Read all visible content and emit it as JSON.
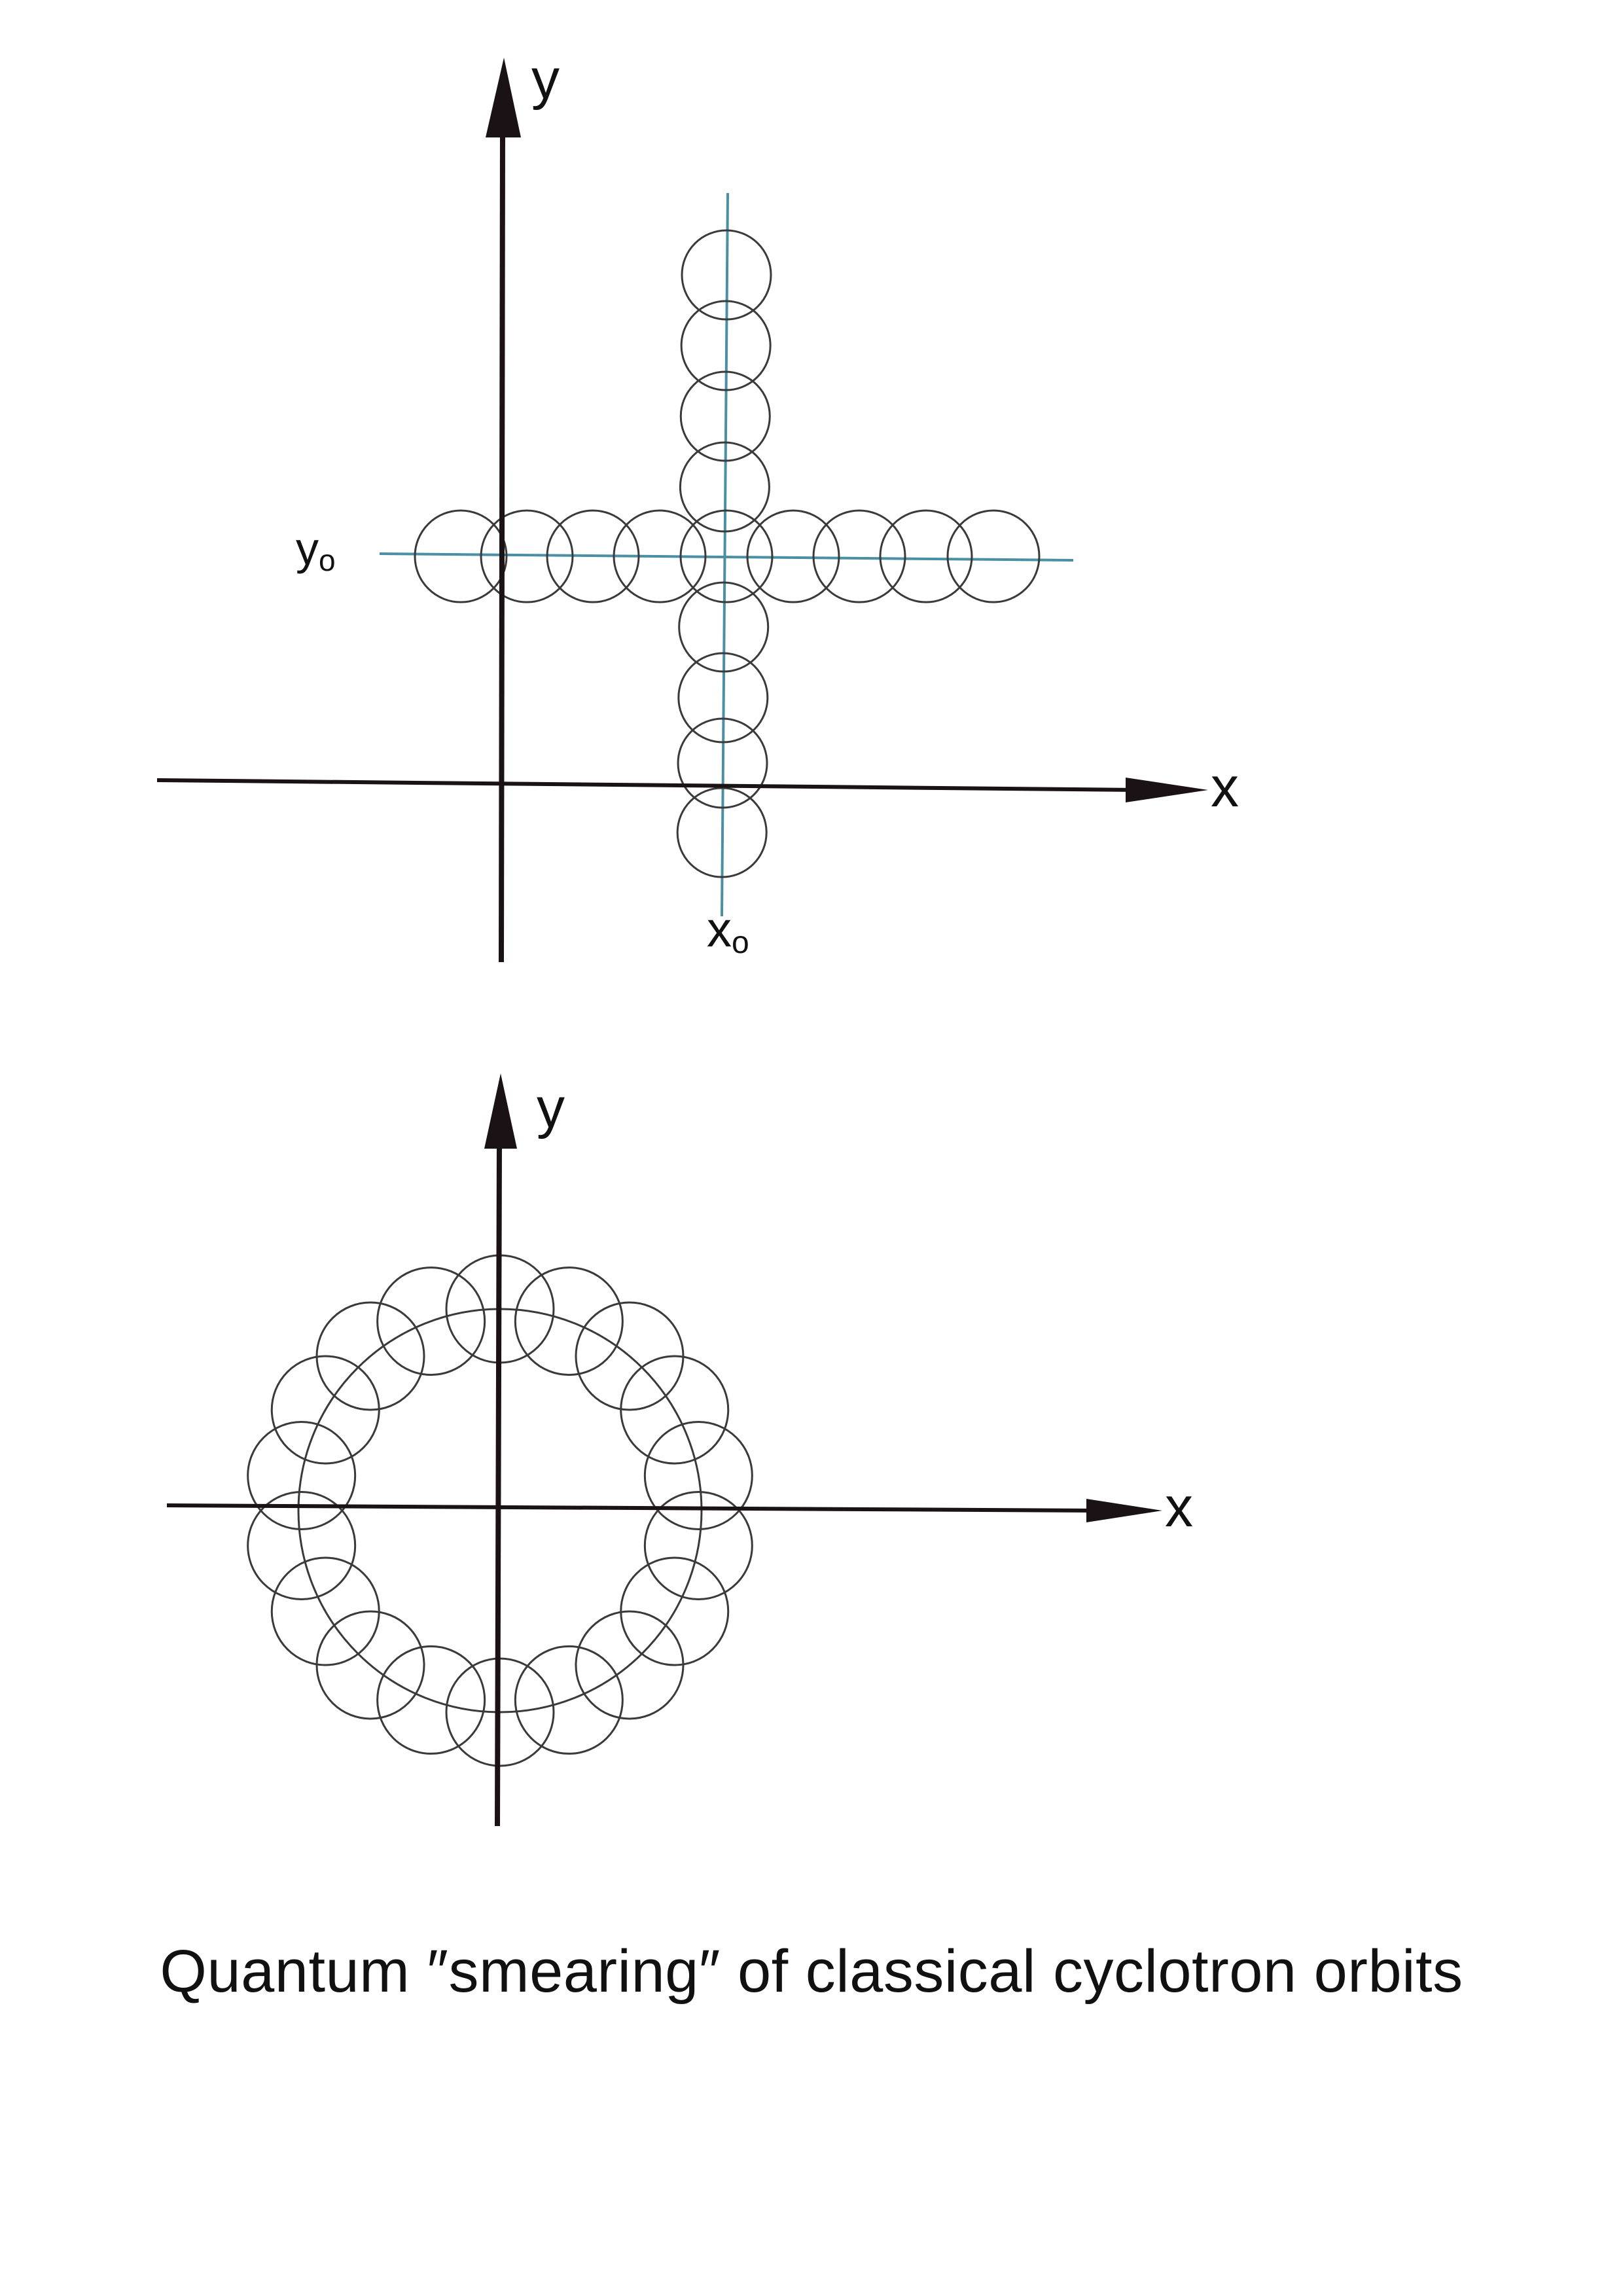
{
  "top_diagram": {
    "y_axis_label": "y",
    "x_axis_label": "x",
    "y0_label": "y",
    "y0_subscript": "o",
    "x0_label": "x",
    "x0_subscript": "o"
  },
  "bottom_diagram": {
    "y_axis_label": "y",
    "x_axis_label": "x"
  },
  "caption": "Quantum ″smearing″ of classical cyclotron orbits",
  "colors": {
    "axis": "#1a1214",
    "circle": "#3a3a3a",
    "guide": "#4a8fa3"
  }
}
